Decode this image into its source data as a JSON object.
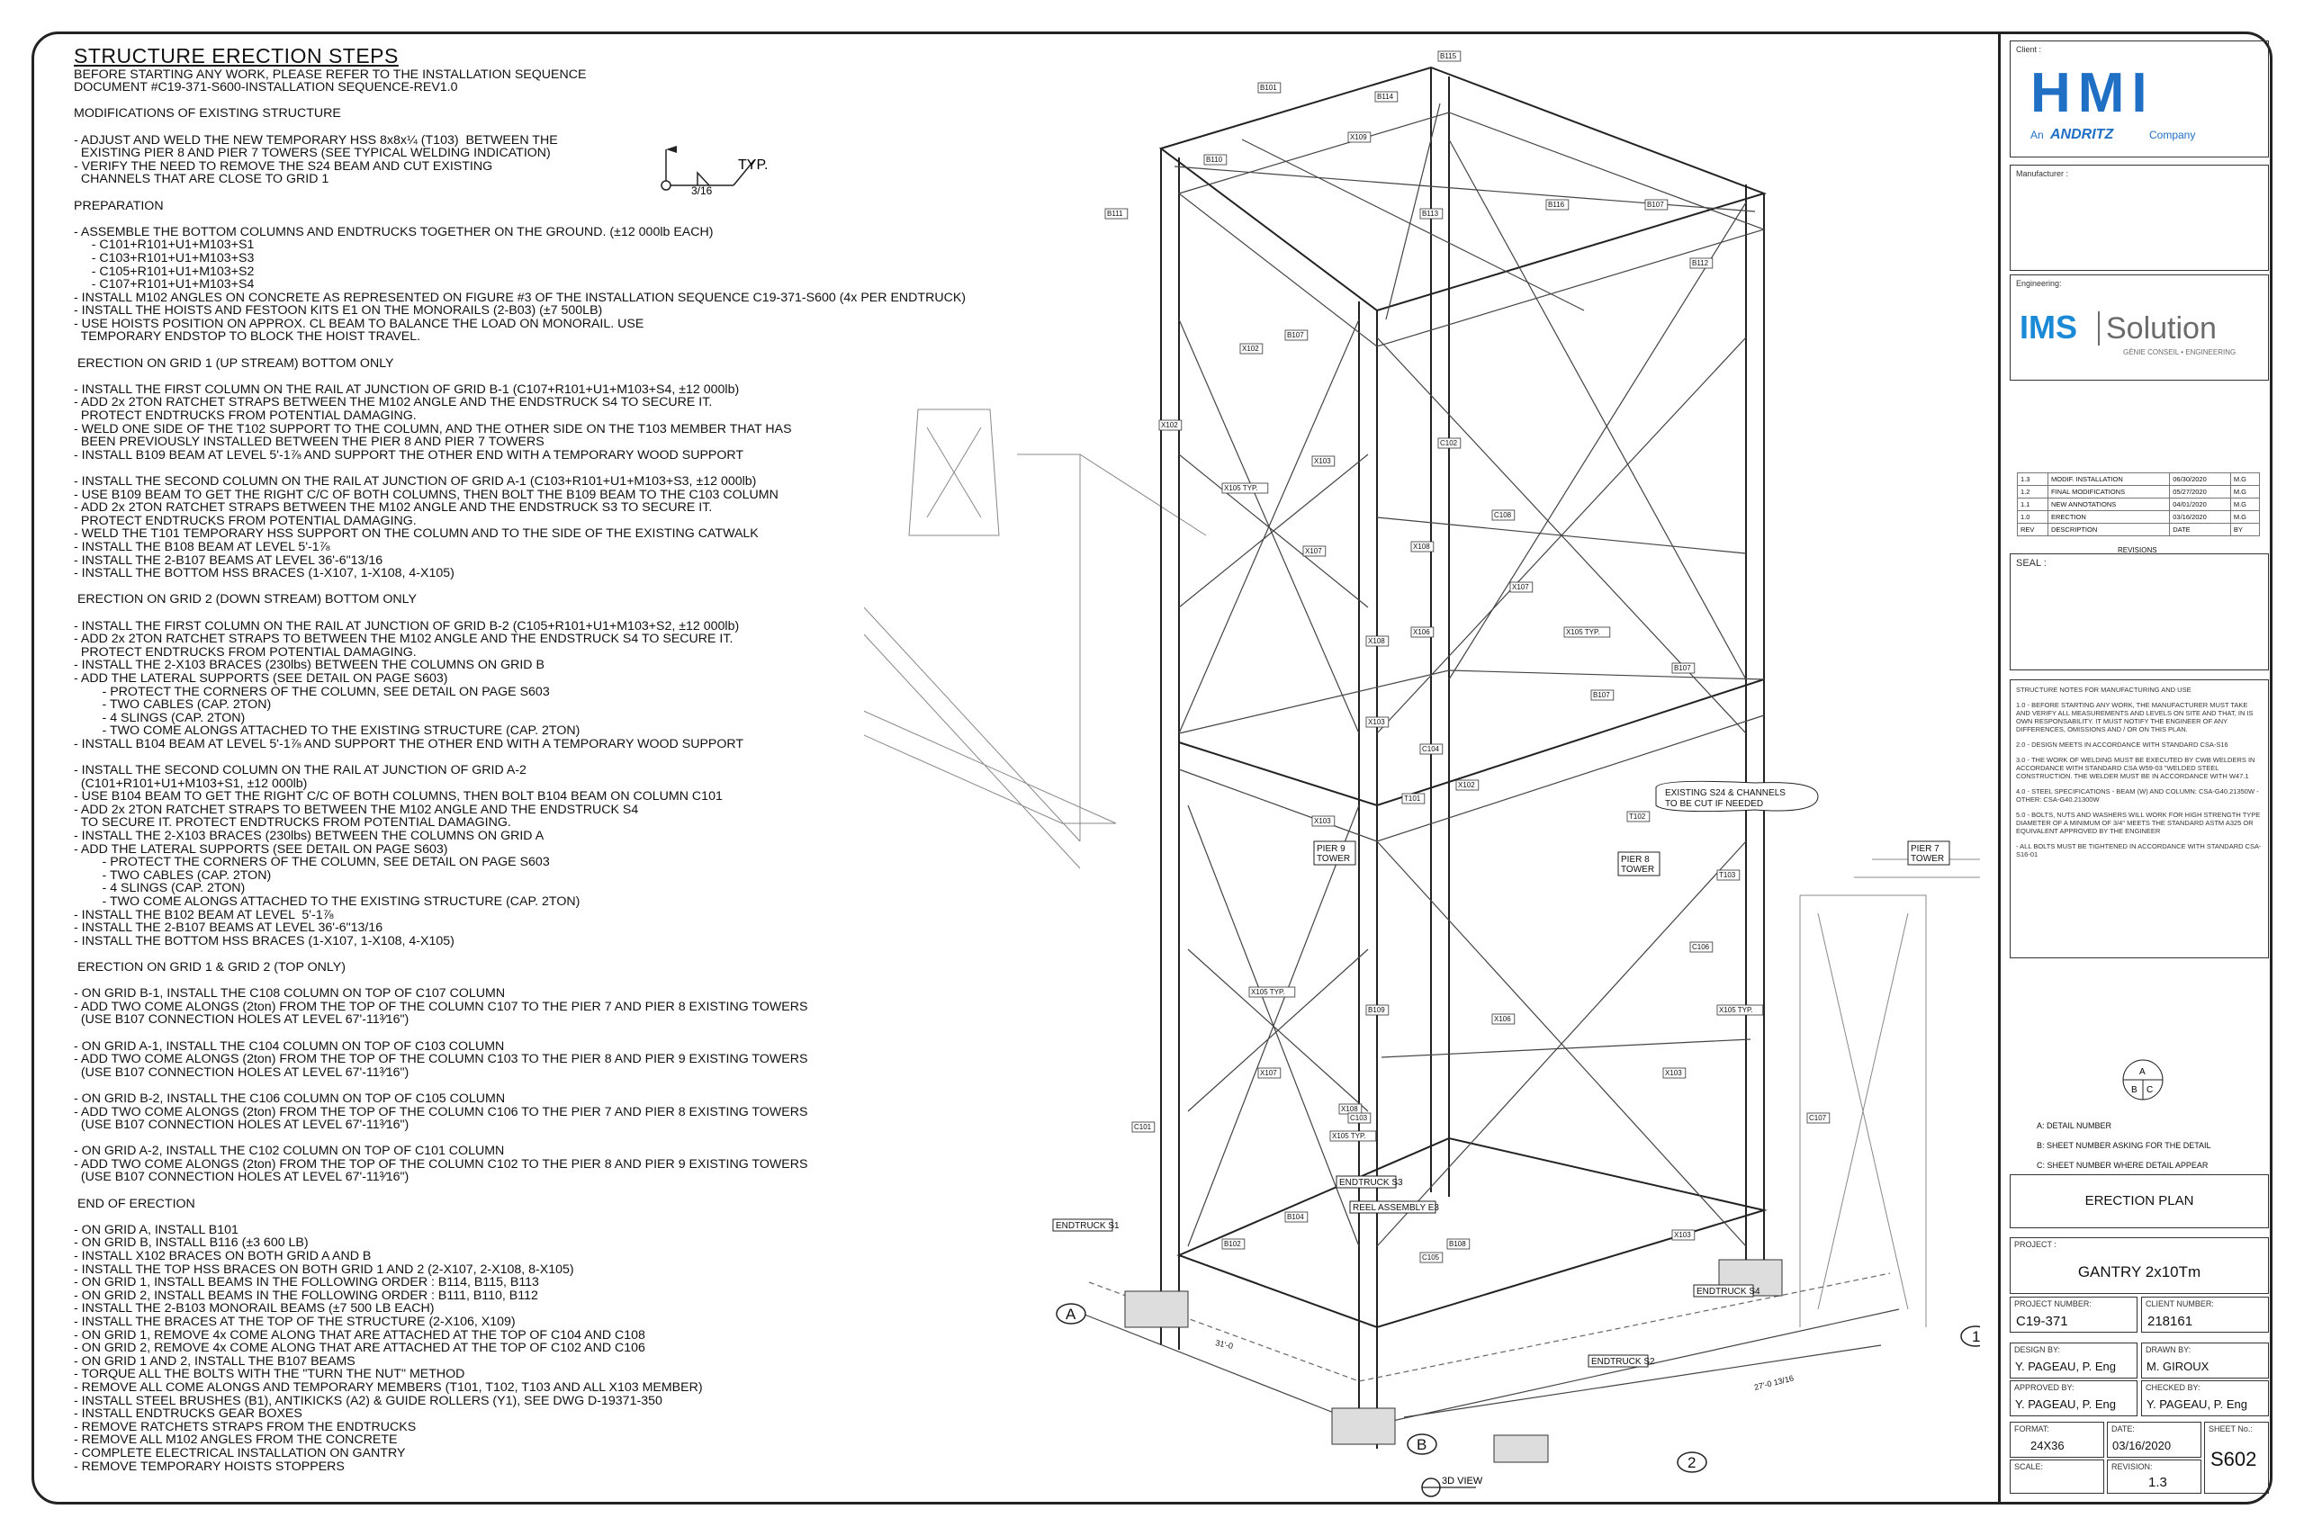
{
  "notes": {
    "title": "STRUCTURE ERECTION STEPS",
    "lines": [
      "BEFORE STARTING ANY WORK, PLEASE REFER TO THE INSTALLATION SEQUENCE",
      "DOCUMENT #C19-371-S600-INSTALLATION SEQUENCE-REV1.0",
      "",
      "MODIFICATIONS OF EXISTING STRUCTURE",
      "",
      "- ADJUST AND WELD THE NEW TEMPORARY HSS 8x8x¼ (T103)  BETWEEN THE",
      "  EXISTING PIER 8 AND PIER 7 TOWERS (SEE TYPICAL WELDING INDICATION)",
      "- VERIFY THE NEED TO REMOVE THE S24 BEAM AND CUT EXISTING",
      "  CHANNELS THAT ARE CLOSE TO GRID 1",
      "",
      "PREPARATION",
      "",
      "- ASSEMBLE THE BOTTOM COLUMNS AND ENDTRUCKS TOGETHER ON THE GROUND. (±12 000lb EACH)",
      "     - C101+R101+U1+M103+S1",
      "     - C103+R101+U1+M103+S3",
      "     - C105+R101+U1+M103+S2",
      "     - C107+R101+U1+M103+S4",
      "- INSTALL M102 ANGLES ON CONCRETE AS REPRESENTED ON FIGURE #3 OF THE INSTALLATION SEQUENCE C19-371-S600 (4x PER ENDTRUCK)",
      "- INSTALL THE HOISTS AND FESTOON KITS E1 ON THE MONORAILS (2-B03) (±7 500LB)",
      "- USE HOISTS POSITION ON APPROX. CL BEAM TO BALANCE THE LOAD ON MONORAIL. USE",
      "  TEMPORARY ENDSTOP TO BLOCK THE HOIST TRAVEL.",
      "",
      " ERECTION ON GRID 1 (UP STREAM) BOTTOM ONLY",
      "",
      "- INSTALL THE FIRST COLUMN ON THE RAIL AT JUNCTION OF GRID B-1 (C107+R101+U1+M103+S4, ±12 000lb)",
      "- ADD 2x 2TON RATCHET STRAPS BETWEEN THE M102 ANGLE AND THE ENDSTRUCK S4 TO SECURE IT.",
      "  PROTECT ENDTRUCKS FROM POTENTIAL DAMAGING.",
      "- WELD ONE SIDE OF THE T102 SUPPORT TO THE COLUMN, AND THE OTHER SIDE ON THE T103 MEMBER THAT HAS",
      "  BEEN PREVIOUSLY INSTALLED BETWEEN THE PIER 8 AND PIER 7 TOWERS",
      "- INSTALL B109 BEAM AT LEVEL 5'-1⅞ AND SUPPORT THE OTHER END WITH A TEMPORARY WOOD SUPPORT",
      "",
      "- INSTALL THE SECOND COLUMN ON THE RAIL AT JUNCTION OF GRID A-1 (C103+R101+U1+M103+S3, ±12 000lb)",
      "- USE B109 BEAM TO GET THE RIGHT C/C OF BOTH COLUMNS, THEN BOLT THE B109 BEAM TO THE C103 COLUMN",
      "- ADD 2x 2TON RATCHET STRAPS BETWEEN THE M102 ANGLE AND THE ENDSTRUCK S3 TO SECURE IT.",
      "  PROTECT ENDTRUCKS FROM POTENTIAL DAMAGING.",
      "- WELD THE T101 TEMPORARY HSS SUPPORT ON THE COLUMN AND TO THE SIDE OF THE EXISTING CATWALK",
      "- INSTALL THE B108 BEAM AT LEVEL 5'-1⅞",
      "- INSTALL THE 2-B107 BEAMS AT LEVEL 36'-6\"13/16",
      "- INSTALL THE BOTTOM HSS BRACES (1-X107, 1-X108, 4-X105)",
      "",
      " ERECTION ON GRID 2 (DOWN STREAM) BOTTOM ONLY",
      "",
      "- INSTALL THE FIRST COLUMN ON THE RAIL AT JUNCTION OF GRID B-2 (C105+R101+U1+M103+S2, ±12 000lb)",
      "- ADD 2x 2TON RATCHET STRAPS TO BETWEEN THE M102 ANGLE AND THE ENDSTRUCK S4 TO SECURE IT.",
      "  PROTECT ENDTRUCKS FROM POTENTIAL DAMAGING.",
      "- INSTALL THE 2-X103 BRACES (230lbs) BETWEEN THE COLUMNS ON GRID B",
      "- ADD THE LATERAL SUPPORTS (SEE DETAIL ON PAGE S603)",
      "        - PROTECT THE CORNERS OF THE COLUMN, SEE DETAIL ON PAGE S603",
      "        - TWO CABLES (CAP. 2TON)",
      "        - 4 SLINGS (CAP. 2TON)",
      "        - TWO COME ALONGS ATTACHED TO THE EXISTING STRUCTURE (CAP. 2TON)",
      "- INSTALL B104 BEAM AT LEVEL 5'-1⅞ AND SUPPORT THE OTHER END WITH A TEMPORARY WOOD SUPPORT",
      "",
      "- INSTALL THE SECOND COLUMN ON THE RAIL AT JUNCTION OF GRID A-2",
      "  (C101+R101+U1+M103+S1, ±12 000lb)",
      "- USE B104 BEAM TO GET THE RIGHT C/C OF BOTH COLUMNS, THEN BOLT B104 BEAM ON COLUMN C101",
      "- ADD 2x 2TON RATCHET STRAPS TO BETWEEN THE M102 ANGLE AND THE ENDSTRUCK S4",
      "  TO SECURE IT. PROTECT ENDTRUCKS FROM POTENTIAL DAMAGING.",
      "- INSTALL THE 2-X103 BRACES (230lbs) BETWEEN THE COLUMNS ON GRID A",
      "- ADD THE LATERAL SUPPORTS (SEE DETAIL ON PAGE S603)",
      "        - PROTECT THE CORNERS OF THE COLUMN, SEE DETAIL ON PAGE S603",
      "        - TWO CABLES (CAP. 2TON)",
      "        - 4 SLINGS (CAP. 2TON)",
      "        - TWO COME ALONGS ATTACHED TO THE EXISTING STRUCTURE (CAP. 2TON)",
      "- INSTALL THE B102 BEAM AT LEVEL  5'-1⅞",
      "- INSTALL THE 2-B107 BEAMS AT LEVEL 36'-6\"13/16",
      "- INSTALL THE BOTTOM HSS BRACES (1-X107, 1-X108, 4-X105)",
      "",
      " ERECTION ON GRID 1 & GRID 2 (TOP ONLY)",
      "",
      "- ON GRID B-1, INSTALL THE C108 COLUMN ON TOP OF C107 COLUMN",
      "- ADD TWO COME ALONGS (2ton) FROM THE TOP OF THE COLUMN C107 TO THE PIER 7 AND PIER 8 EXISTING TOWERS",
      "  (USE B107 CONNECTION HOLES AT LEVEL 67'-11³⁄16\")",
      "",
      "- ON GRID A-1, INSTALL THE C104 COLUMN ON TOP OF C103 COLUMN",
      "- ADD TWO COME ALONGS (2ton) FROM THE TOP OF THE COLUMN C103 TO THE PIER 8 AND PIER 9 EXISTING TOWERS",
      "  (USE B107 CONNECTION HOLES AT LEVEL 67'-11³⁄16\")",
      "",
      "- ON GRID B-2, INSTALL THE C106 COLUMN ON TOP OF C105 COLUMN",
      "- ADD TWO COME ALONGS (2ton) FROM THE TOP OF THE COLUMN C106 TO THE PIER 7 AND PIER 8 EXISTING TOWERS",
      "  (USE B107 CONNECTION HOLES AT LEVEL 67'-11³⁄16\")",
      "",
      "- ON GRID A-2, INSTALL THE C102 COLUMN ON TOP OF C101 COLUMN",
      "- ADD TWO COME ALONGS (2ton) FROM THE TOP OF THE COLUMN C102 TO THE PIER 8 AND PIER 9 EXISTING TOWERS",
      "  (USE B107 CONNECTION HOLES AT LEVEL 67'-11³⁄16\")",
      "",
      " END OF ERECTION",
      "",
      "- ON GRID A, INSTALL B101",
      "- ON GRID B, INSTALL B116 (±3 600 LB)",
      "- INSTALL X102 BRACES ON BOTH GRID A AND B",
      "- INSTALL THE TOP HSS BRACES ON BOTH GRID 1 AND 2 (2-X107, 2-X108, 8-X105)",
      "- ON GRID 1, INSTALL BEAMS IN THE FOLLOWING ORDER : B114, B115, B113",
      "- ON GRID 2, INSTALL BEAMS IN THE FOLLOWING ORDER : B111, B110, B112",
      "- INSTALL THE 2-B103 MONORAIL BEAMS (±7 500 LB EACH)",
      "- INSTALL THE BRACES AT THE TOP OF THE STRUCTURE (2-X106, X109)",
      "- ON GRID 1, REMOVE 4x COME ALONG THAT ARE ATTACHED AT THE TOP OF C104 AND C108",
      "- ON GRID 2, REMOVE 4x COME ALONG THAT ARE ATTACHED AT THE TOP OF C102 AND C106",
      "- ON GRID 1 AND 2, INSTALL THE B107 BEAMS",
      "- TORQUE ALL THE BOLTS WITH THE \"TURN THE NUT\" METHOD",
      "- REMOVE ALL COME ALONGS AND TEMPORARY MEMBERS (T101, T102, T103 AND ALL X103 MEMBER)",
      "- INSTALL STEEL BRUSHES (B1), ANTIKICKS (A2) & GUIDE ROLLERS (Y1), SEE DWG D-19371-350",
      "- INSTALL ENDTRUCKS GEAR BOXES",
      "- REMOVE RATCHETS STRAPS FROM THE ENDTRUCKS",
      "- REMOVE ALL M102 ANGLES FROM THE CONCRETE",
      "- COMPLETE ELECTRICAL INSTALLATION ON GANTRY",
      "- REMOVE TEMPORARY HOISTS STOPPERS"
    ]
  },
  "weld_symbol": {
    "size": "3/16",
    "label": "TYP."
  },
  "drawing": {
    "grid_labels": {
      "a": "A",
      "b": "B",
      "one": "1",
      "two": "2"
    },
    "dim_31": "31'-0",
    "dim_27": "27'-0 13/16",
    "view_label": "3D VIEW",
    "callouts": {
      "existing": [
        "EXISTING S24 & CHANNELS",
        "TO BE CUT IF NEEDED"
      ],
      "pier9": [
        "PIER 9",
        "TOWER"
      ],
      "pier8": [
        "PIER 8",
        "TOWER"
      ],
      "pier7": [
        "PIER 7",
        "TOWER"
      ],
      "endtruck_s1": "ENDTRUCK S1",
      "endtruck_s3": "ENDTRUCK S3",
      "endtruck_s4": "ENDTRUCK S4",
      "endtruck_s2": "ENDTRUCK S2",
      "reel": "REEL ASSEMBLY E3"
    },
    "member_tags": [
      "B115",
      "B101",
      "B114",
      "X109",
      "B110",
      "B111",
      "B113",
      "B107",
      "B116",
      "B112",
      "B107",
      "X102",
      "X102",
      "C102",
      "X103",
      "X105 TYP.",
      "X107",
      "X108",
      "C108",
      "X106",
      "X107",
      "X108",
      "X105 TYP.",
      "X103",
      "C104",
      "X103",
      "B107",
      "T101",
      "C106",
      "B107",
      "X102",
      "X105 TYP.",
      "X107",
      "X108",
      "T102",
      "T103",
      "X106",
      "B108",
      "B102",
      "B104",
      "X103",
      "C101",
      "C103",
      "C105",
      "C107",
      "B109",
      "X103",
      "X105 TYP.",
      "X105 TYP."
    ]
  },
  "titleblock": {
    "client_label": "Client :",
    "client_logo_text": "HMI",
    "client_sub_prefix": "An",
    "client_sub_brand": "ANDRITZ",
    "client_sub_suffix": "Company",
    "manufacturer_label": "Manufacturer :",
    "engineering_label": "Engineering:",
    "ims_left": "IMS",
    "ims_right": "Solution",
    "ims_tag": "GÉNIE CONSEIL • ENGINEERING",
    "revisions": [
      {
        "rev": "1.3",
        "desc": "MODIF. INSTALLATION",
        "date": "06/30/2020",
        "by": "M.G"
      },
      {
        "rev": "1.2",
        "desc": "FINAL MODIFICATIONS",
        "date": "05/27/2020",
        "by": "M.G"
      },
      {
        "rev": "1.1",
        "desc": "NEW ANNOTATIONS",
        "date": "04/01/2020",
        "by": "M.G"
      },
      {
        "rev": "1.0",
        "desc": "ERECTION",
        "date": "03/16/2020",
        "by": "M.G"
      }
    ],
    "rev_headers": {
      "rev": "REV",
      "desc": "DESCRIPTION",
      "date": "DATE",
      "by": "BY"
    },
    "revisions_caption": "REVISIONS",
    "seal_label": "SEAL :",
    "structure_notes": [
      "STRUCTURE   NOTES FOR MANUFACTURING AND USE",
      "1.0 - BEFORE STARTING ANY WORK, THE MANUFACTURER MUST TAKE AND VERIFY ALL MEASUREMENTS AND LEVELS ON SITE AND THAT, IN IS OWN RESPONSABILITY. IT MUST NOTIFY THE ENGINEER OF ANY DIFFERENCES, OMISSIONS AND / OR ON THIS PLAN.",
      "2.0 - DESIGN MEETS IN ACCORDANCE WITH STANDARD CSA-S16",
      "3.0 - THE WORK OF WELDING MUST BE EXECUTED BY CWB WELDERS IN ACCORDANCE WITH STANDARD CSA W59-03 \"WELDED STEEL CONSTRUCTION. THE WELDER MUST BE IN ACCORDANCE WITH W47.1",
      "4.0 - STEEL SPECIFICATIONS - BEAM (W) AND COLUMN: CSA-G40.21350W - OTHER: CSA-G40.21300W",
      "5.0 - BOLTS, NUTS AND WASHERS WILL WORK FOR HIGH STRENGTH TYPE DIAMETER OF A MINIMUM OF 3/4\" MEETS THE STANDARD ASTM A325 OR EQUIVALENT APPROVED BY THE ENGINEER",
      "- ALL BOLTS MUST BE TIGHTENED IN ACCORDANCE WITH STANDARD CSA-S16-01"
    ],
    "legend_a": "A",
    "legend_b": "B",
    "legend_c": "C",
    "legend_lines": [
      "A: DETAIL NUMBER",
      "B: SHEET NUMBER ASKING FOR THE DETAIL",
      "C: SHEET NUMBER WHERE DETAIL APPEAR"
    ],
    "drawing_title": "ERECTION PLAN",
    "project_label": "PROJECT :",
    "project_name": "GANTRY 2x10Tm",
    "project_number_label": "PROJECT NUMBER:",
    "project_number": "C19-371",
    "client_number_label": "CLIENT NUMBER:",
    "client_number": "218161",
    "design_by_label": "DESIGN BY:",
    "design_by": "Y. PAGEAU, P. Eng",
    "drawn_by_label": "DRAWN BY:",
    "drawn_by": "M. GIROUX",
    "approved_by_label": "APPROVED BY:",
    "approved_by": "Y. PAGEAU, P. Eng",
    "checked_by_label": "CHECKED BY:",
    "checked_by": "Y. PAGEAU, P. Eng",
    "format_label": "FORMAT:",
    "format": "24X36",
    "date_label": "DATE:",
    "date": "03/16/2020",
    "sheet_label": "SHEET No.:",
    "sheet": "S602",
    "scale_label": "SCALE:",
    "revision_label": "REVISION:",
    "revision": "1.3"
  },
  "colors": {
    "hmi_blue": "#1f6fc5",
    "ims_blue": "#1b8ad6",
    "ims_gray": "#6b6b6b",
    "line": "#222222"
  }
}
